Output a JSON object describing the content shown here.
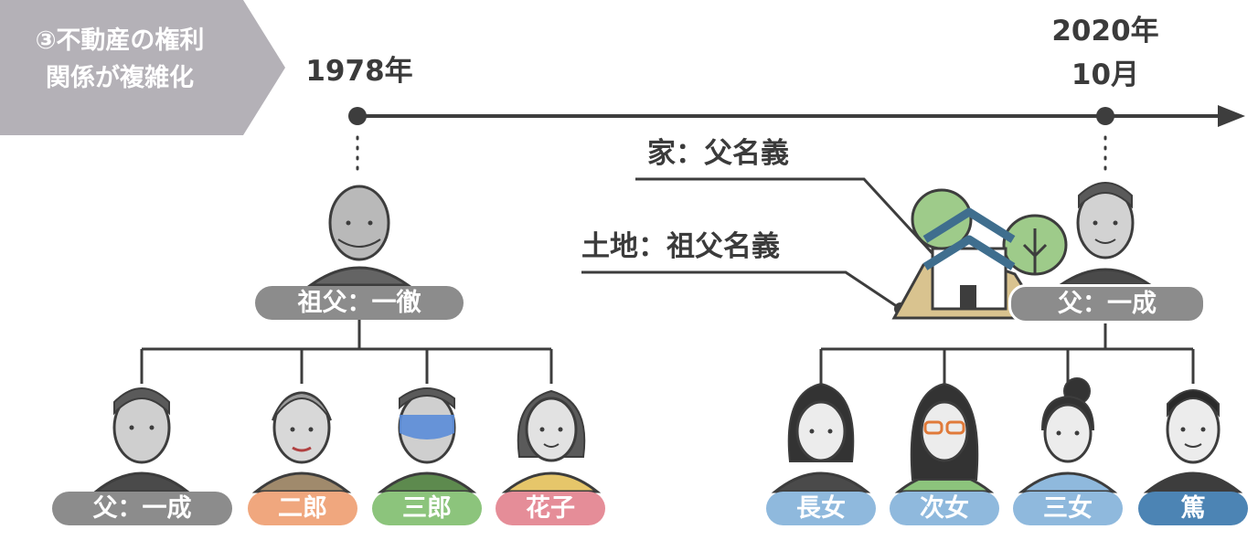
{
  "banner": {
    "line1": "③不動産の権利",
    "line2": "関係が複雑化"
  },
  "timeline": {
    "start_label": "1978年",
    "end_label_year": "2020年",
    "end_label_month": "10月"
  },
  "annotations": {
    "house": "家：父名義",
    "land": "土地：祖父名義"
  },
  "grandfather": {
    "label": "祖父：一徹"
  },
  "father": {
    "label": "父：一成"
  },
  "children_1978": [
    {
      "label": "父：一成",
      "color": "#8c8c8c"
    },
    {
      "label": "二郎",
      "color": "#f0a77e"
    },
    {
      "label": "三郎",
      "color": "#8cc47c"
    },
    {
      "label": "花子",
      "color": "#e58d98"
    }
  ],
  "children_2020": [
    {
      "label": "長女",
      "color": "#8fb9dd"
    },
    {
      "label": "次女",
      "color": "#8fb9dd"
    },
    {
      "label": "三女",
      "color": "#8fb9dd"
    },
    {
      "label": "篤",
      "color": "#4c84b4"
    }
  ],
  "colors": {
    "grey_pill": "#8c8c8c",
    "banner": "#b4b1b7",
    "line": "#3d3d3d",
    "house_roof": "#3f6e8e",
    "tree": "#9ecb8a"
  }
}
